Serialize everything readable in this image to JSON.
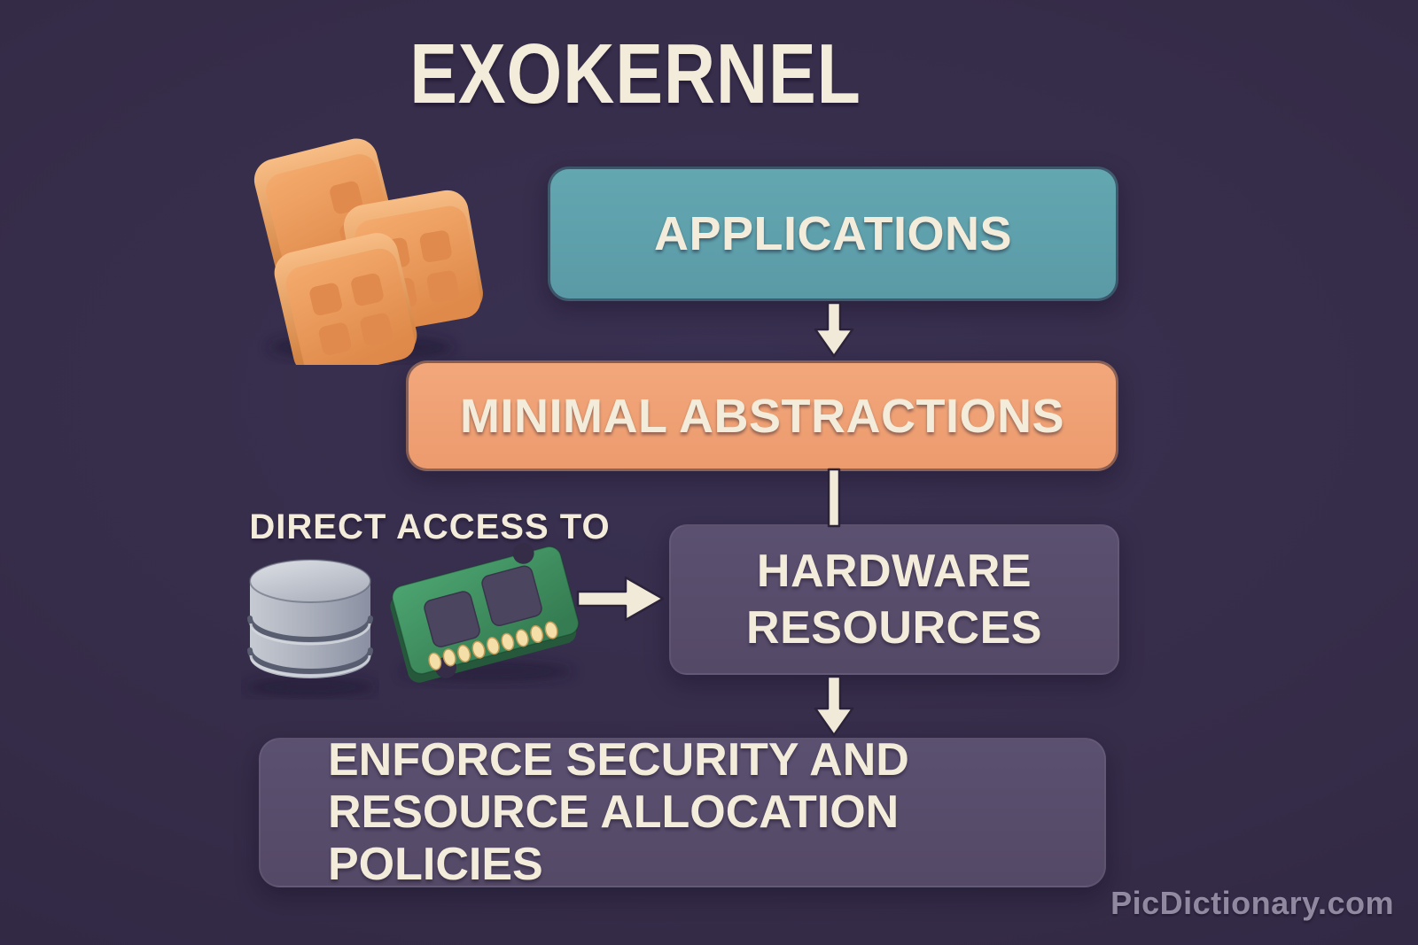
{
  "title": "EXOKERNEL",
  "boxes": {
    "applications": {
      "label": "APPLICATIONS"
    },
    "minimal": {
      "label": "MINIMAL ABSTRACTIONS"
    },
    "hardware": {
      "line1": "HARDWARE",
      "line2": "RESOURCES"
    },
    "policies": {
      "line1": "ENFORCE SECURITY AND",
      "line2": "RESOURCE ALLOCATION POLICIES"
    }
  },
  "caption": {
    "direct_access": "DIRECT ACCESS TO"
  },
  "watermark": "PicDictionary.com",
  "icons": {
    "blocks": "application-blocks-3d",
    "database": "database-cylinder",
    "memory": "ram-memory-module",
    "arrow_down_1": "arrow-down-applications-to-minimal",
    "connector": "connector-minimal-to-hardware",
    "arrow_right": "arrow-right-direct-access-to-hardware",
    "arrow_down_2": "arrow-down-hardware-to-policies"
  },
  "colors": {
    "background": "#352c48",
    "teal_box": "#5fa3ae",
    "orange_box": "#efa076",
    "purple_panel": "#564b6a",
    "text_cream": "#f3ecda",
    "arrow_cream": "#f2ead9",
    "blocks_orange": "#ec9a5d",
    "board_green": "#46996a",
    "chip_dark": "#4c4560",
    "pin_gold": "#f4dfa8",
    "cylinder_gray": "#aab0bb",
    "watermark_gray": "#bab3c9"
  }
}
